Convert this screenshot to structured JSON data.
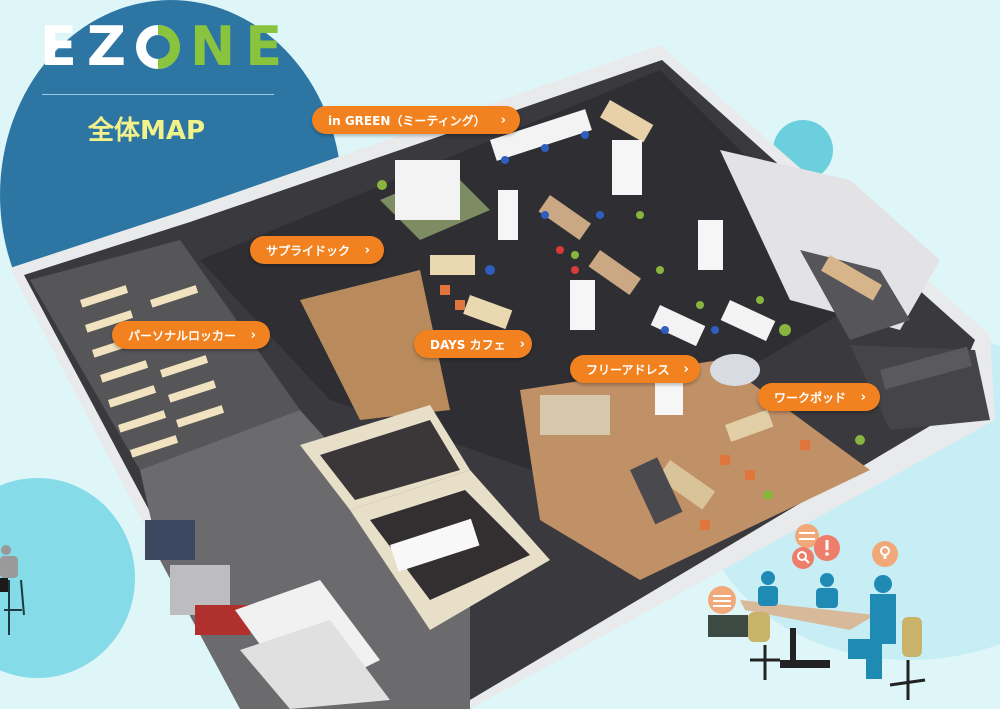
{
  "brand": {
    "logo_parts": [
      "EZ",
      "",
      "NE"
    ],
    "logo_text": "EZONE",
    "subtitle": "全体MAP",
    "colors": {
      "navy_circle": "#2d76a3",
      "green": "#8ac43f",
      "subtitle_yellow": "#f2f28a",
      "label_orange": "#f2821f",
      "background": "#dff6f9"
    }
  },
  "map": {
    "labels": [
      {
        "id": "in-green",
        "text": "in GREEN（ミーティング）",
        "chevron": "›"
      },
      {
        "id": "supply-dock",
        "text": "サプライドック",
        "chevron": "›"
      },
      {
        "id": "personal-locker",
        "text": "パーソナルロッカー",
        "chevron": "›"
      },
      {
        "id": "days-cafe",
        "text": "DAYS カフェ",
        "chevron": "›"
      },
      {
        "id": "free-address",
        "text": "フリーアドレス",
        "chevron": "›"
      },
      {
        "id": "work-pod",
        "text": "ワークポッド",
        "chevron": "›"
      }
    ]
  },
  "illustration": {
    "speech_bubbles": [
      "menu-lines",
      "search",
      "exclamation",
      "lightbulb",
      "menu-lines"
    ]
  }
}
